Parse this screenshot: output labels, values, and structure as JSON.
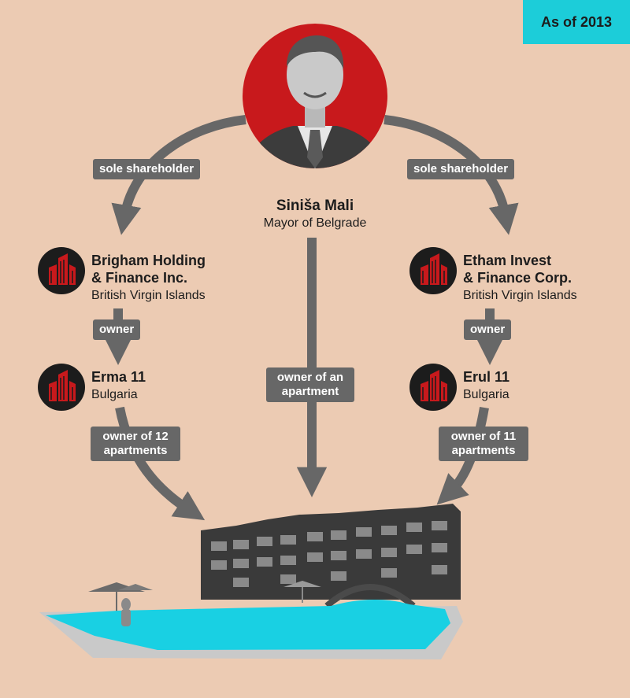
{
  "badge": "As of 2013",
  "person": {
    "name": "Siniša Mali",
    "role": "Mayor of Belgrade",
    "photo_icon": "person-portrait-icon"
  },
  "left": {
    "company": {
      "name_line1": "Brigham Holding",
      "name_line2": "& Finance Inc.",
      "place": "British Virgin Islands"
    },
    "sub": {
      "name": "Erma 11",
      "place": "Bulgaria"
    },
    "edge_top": "sole shareholder",
    "edge_mid": "owner",
    "edge_bottom_line1": "owner of 12",
    "edge_bottom_line2": "apartments"
  },
  "right": {
    "company": {
      "name_line1": "Etham Invest",
      "name_line2": "& Finance Corp.",
      "place": "British Virgin Islands"
    },
    "sub": {
      "name": "Erul 11",
      "place": "Bulgaria"
    },
    "edge_top": "sole shareholder",
    "edge_mid": "owner",
    "edge_bottom_line1": "owner of 11",
    "edge_bottom_line2": "apartments"
  },
  "center_edge_line1": "owner of an",
  "center_edge_line2": "apartment",
  "colors": {
    "background": "#eccbb3",
    "accent_red": "#c8191c",
    "arrow_gray": "#676767",
    "badge_cyan": "#1ccdd9",
    "pool": "#19d0e3"
  },
  "icons": {
    "company": "building-icon",
    "resort": "resort-pool-illustration"
  }
}
